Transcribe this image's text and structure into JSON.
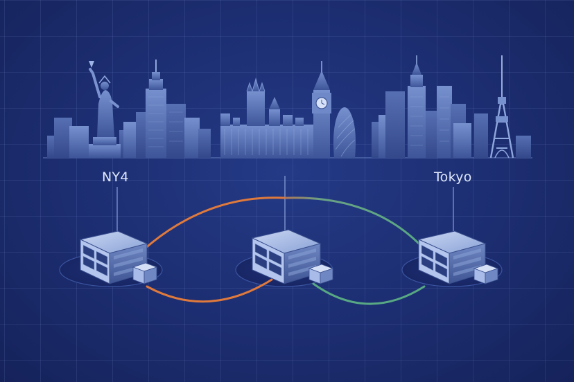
{
  "sites": [
    {
      "id": "ny4",
      "label": "NY4"
    },
    {
      "id": "london",
      "label": ""
    },
    {
      "id": "tokyo",
      "label": "Tokyo"
    }
  ],
  "links": [
    {
      "from": "ny4",
      "to": "london",
      "color": "#e07a3c"
    },
    {
      "from": "london",
      "to": "tokyo",
      "color": "#58a883"
    }
  ],
  "skylines": [
    "new-york",
    "london",
    "tokyo"
  ],
  "colors": {
    "background": "#1c2d70",
    "building": "#5672b4",
    "server": "#8fa8dc",
    "link_orange": "#e07a3c",
    "link_green": "#58a883"
  }
}
